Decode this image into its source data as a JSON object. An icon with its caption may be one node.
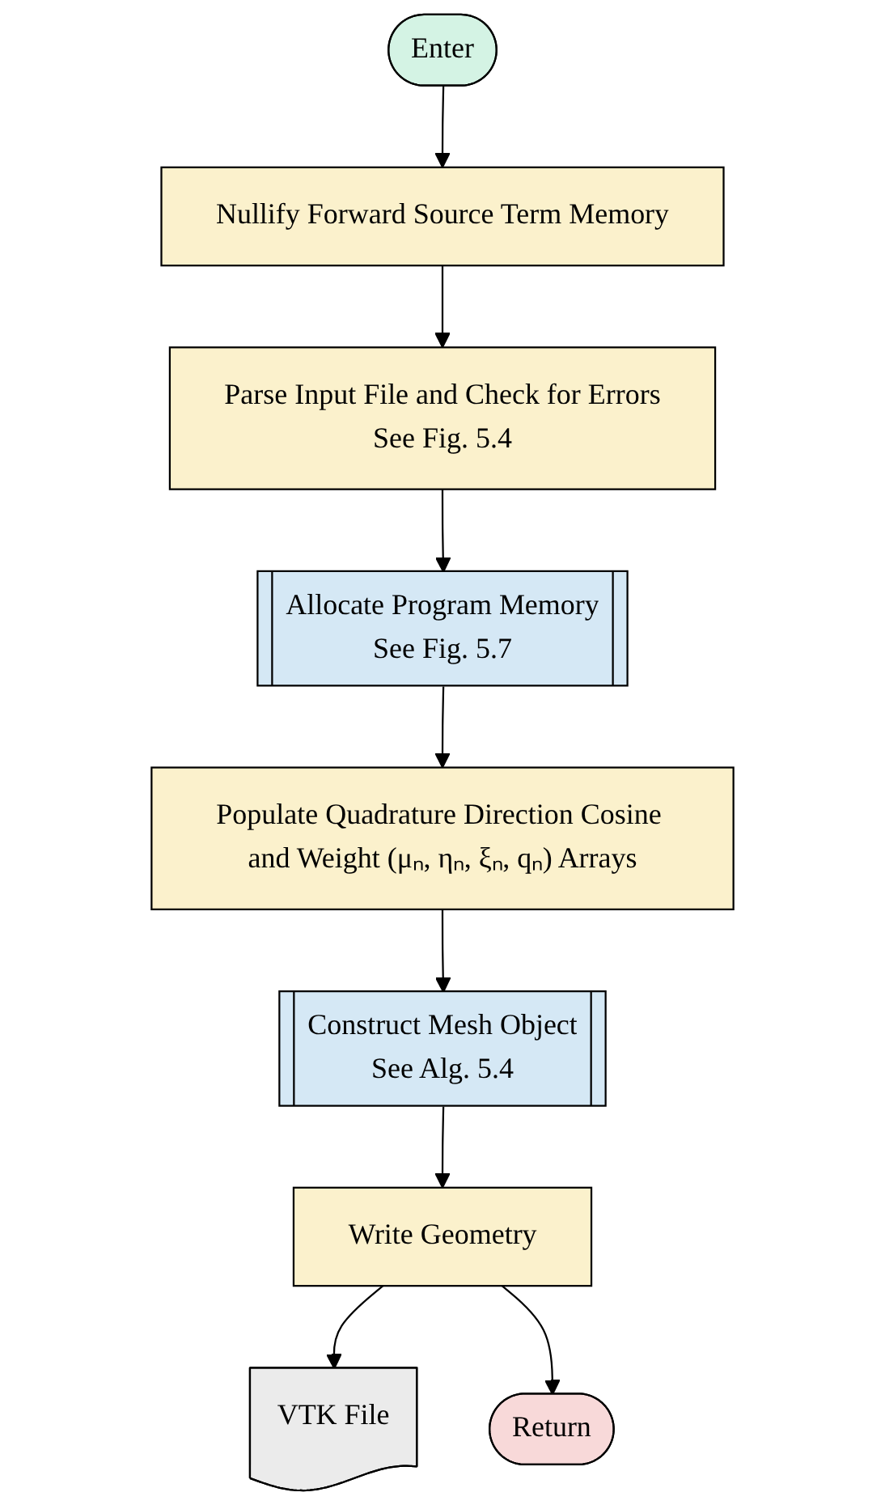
{
  "diagram": {
    "nodes": [
      {
        "text": [
          "Enter"
        ]
      },
      {
        "text": [
          "Nullify Forward Source Term Memory"
        ]
      },
      {
        "text": [
          "Parse Input File and Check for Errors",
          "See Fig. 5.4"
        ]
      },
      {
        "text": [
          "Allocate Program Memory",
          "See Fig. 5.7"
        ]
      },
      {
        "text": [
          "Populate Quadrature Direction Cosine and Weight (μₙ, ηₙ, ξₙ, qₙ) Arrays"
        ]
      },
      {
        "text": [
          "Construct Mesh Object",
          "See Alg. 5.4"
        ]
      },
      {
        "text": [
          "Write Geometry"
        ]
      },
      {
        "text": [
          "VTK File"
        ]
      },
      {
        "text": [
          "Return"
        ]
      }
    ],
    "edges": [
      {
        "from": 0,
        "to": 1,
        "arrow": "to"
      },
      {
        "from": 1,
        "to": 2,
        "arrow": "to"
      },
      {
        "from": 2,
        "to": 3,
        "arrow": "to"
      },
      {
        "from": 3,
        "to": 4,
        "arrow": "to"
      },
      {
        "from": 4,
        "to": 5,
        "arrow": "to"
      },
      {
        "from": 5,
        "to": 6,
        "arrow": "to"
      },
      {
        "from": 6,
        "to": 7,
        "arrow": "to"
      },
      {
        "from": 6,
        "to": 8,
        "arrow": "to"
      }
    ]
  }
}
